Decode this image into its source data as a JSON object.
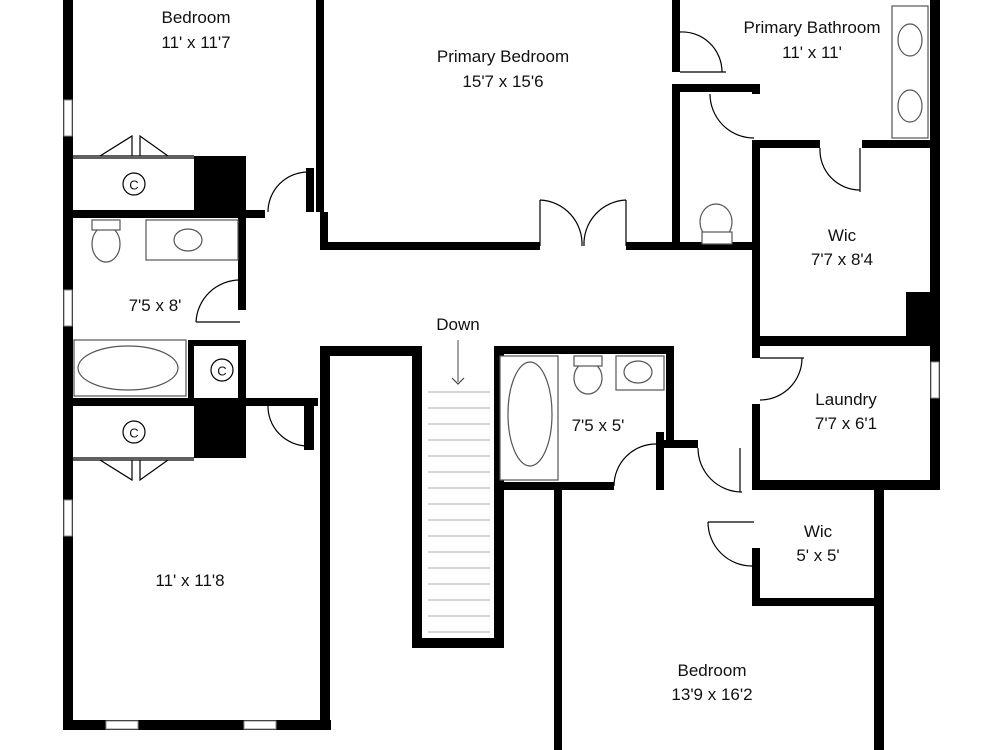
{
  "rooms": {
    "bedroom_top_left": {
      "name": "Bedroom",
      "dims": "11' x 11'7"
    },
    "primary_bedroom": {
      "name": "Primary Bedroom",
      "dims": "15'7 x 15'6"
    },
    "primary_bathroom": {
      "name": "Primary Bathroom",
      "dims": "11' x 11'"
    },
    "bath_left": {
      "dims": "7'5 x 8'"
    },
    "wic_primary": {
      "name": "Wic",
      "dims": "7'7 x 8'4"
    },
    "laundry": {
      "name": "Laundry",
      "dims": "7'7 x 6'1"
    },
    "bath_center": {
      "dims": "7'5 x 5'"
    },
    "wic_small": {
      "name": "Wic",
      "dims": "5' x 5'"
    },
    "bedroom_bottom_left": {
      "dims": "11' x 11'8"
    },
    "bedroom_bottom_right": {
      "name": "Bedroom",
      "dims": "13'9 x 16'2"
    }
  },
  "stairs": {
    "label": "Down"
  },
  "closets": {
    "label": "C"
  }
}
